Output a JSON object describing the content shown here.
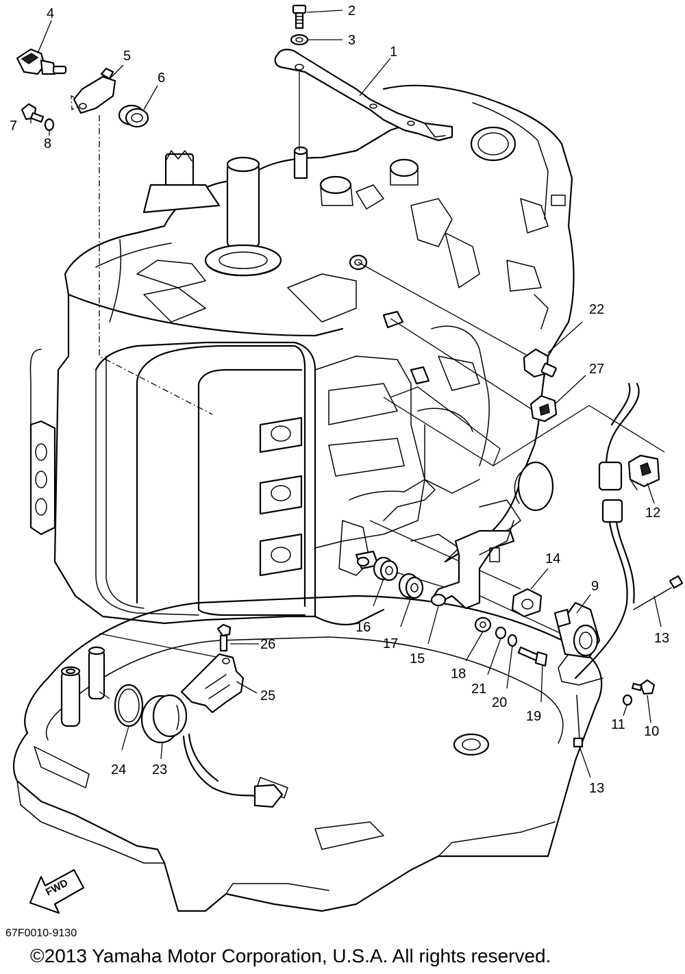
{
  "callouts": [
    "1",
    "2",
    "3",
    "4",
    "5",
    "6",
    "7",
    "8",
    "9",
    "10",
    "11",
    "12",
    "13",
    "13",
    "14",
    "15",
    "16",
    "17",
    "18",
    "19",
    "20",
    "21",
    "22",
    "23",
    "24",
    "25",
    "26",
    "27"
  ],
  "fwd_label": "FWD",
  "diagram_code": "67F0010-9130",
  "copyright": "©2013 Yamaha Motor Corporation, U.S.A. All rights reserved."
}
